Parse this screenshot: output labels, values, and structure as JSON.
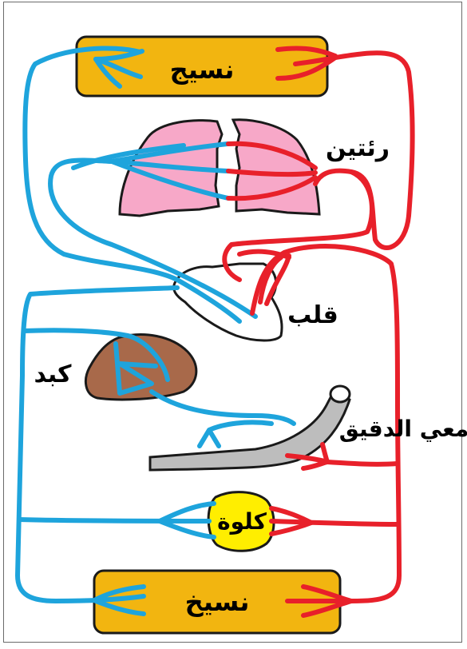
{
  "labels": {
    "tissue_top": "نسيج",
    "lungs": "رئتين",
    "heart": "قلب",
    "liver": "كبد",
    "small_intestine": "معي الدقيق",
    "kidney": "كلوة",
    "tissue_bottom": "نسيخ"
  },
  "colors": {
    "oxygenated_blood": "#e8202a",
    "deoxygenated_blood": "#1ea4dc",
    "tissue_box": "#f2b510",
    "lung": "#f7a8c8",
    "liver": "#a8694a",
    "kidney": "#ffee00",
    "intestine": "#bdbdbd"
  }
}
